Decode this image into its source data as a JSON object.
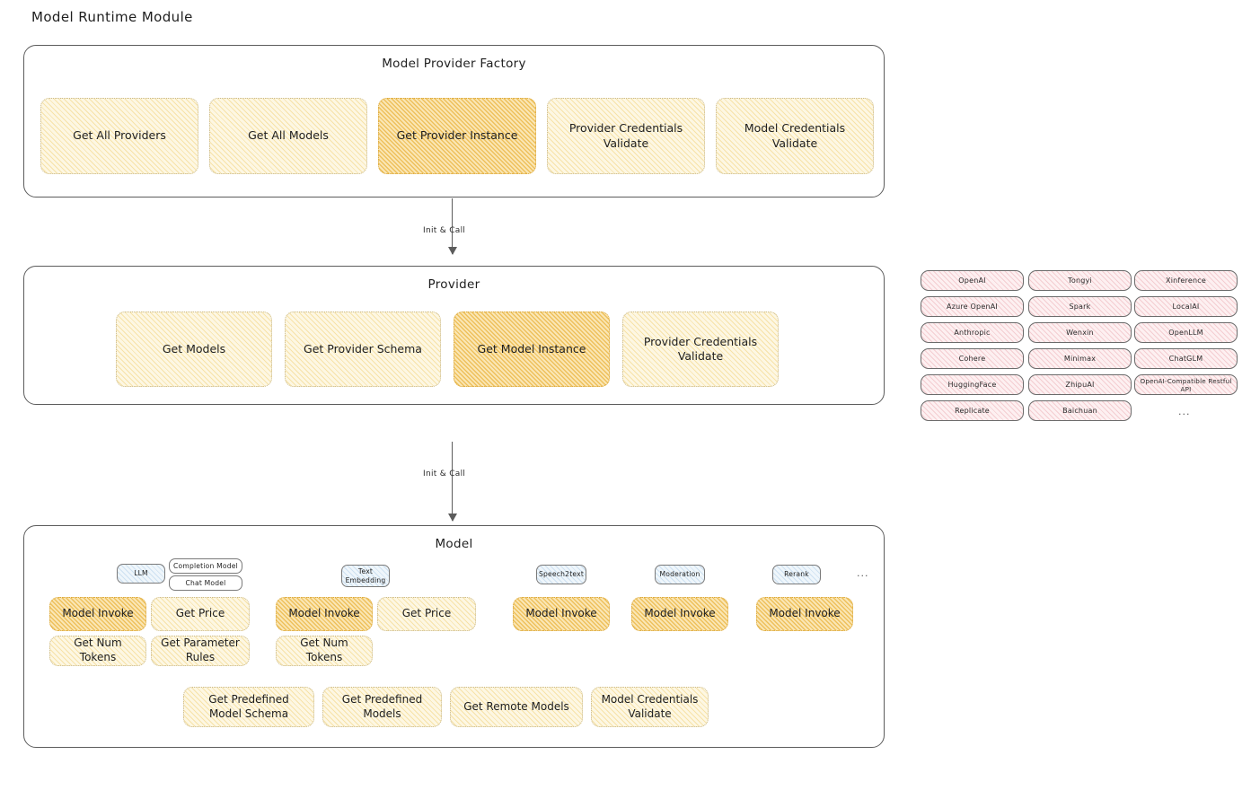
{
  "page": {
    "title": "Model Runtime Module"
  },
  "arrows": [
    {
      "label": "Init & Call"
    },
    {
      "label": "Init & Call"
    }
  ],
  "factory": {
    "title": "Model Provider Factory",
    "nodes": [
      {
        "label": "Get All Providers",
        "highlighted": false
      },
      {
        "label": "Get All Models",
        "highlighted": false
      },
      {
        "label": "Get Provider Instance",
        "highlighted": true
      },
      {
        "label": "Provider Credentials Validate",
        "highlighted": false
      },
      {
        "label": "Model Credentials Validate",
        "highlighted": false
      }
    ]
  },
  "provider": {
    "title": "Provider",
    "nodes": [
      {
        "label": "Get Models",
        "highlighted": false
      },
      {
        "label": "Get Provider Schema",
        "highlighted": false
      },
      {
        "label": "Get Model Instance",
        "highlighted": true
      },
      {
        "label": "Provider Credentials Validate",
        "highlighted": false
      }
    ]
  },
  "provider_list": {
    "columns": [
      [
        "OpenAI",
        "Azure OpenAI",
        "Anthropic",
        "Cohere",
        "HuggingFace",
        "Replicate"
      ],
      [
        "Tongyi",
        "Spark",
        "Wenxin",
        "Minimax",
        "ZhipuAI",
        "Baichuan"
      ],
      [
        "Xinference",
        "LocalAI",
        "OpenLLM",
        "ChatGLM",
        "OpenAI-Compatible Restful API"
      ]
    ],
    "more": "..."
  },
  "model": {
    "title": "Model",
    "more": "...",
    "types": [
      {
        "name": "LLM",
        "style": "blue",
        "sub": [
          "Completion Model",
          "Chat Model"
        ]
      },
      {
        "name": "Text Embedding",
        "style": "blue",
        "sub": []
      },
      {
        "name": "Speech2text",
        "style": "blue",
        "sub": []
      },
      {
        "name": "Moderation",
        "style": "blue",
        "sub": []
      },
      {
        "name": "Rerank",
        "style": "blue",
        "sub": []
      }
    ],
    "llm_ops": [
      {
        "label": "Model Invoke",
        "highlighted": true
      },
      {
        "label": "Get Price",
        "highlighted": false
      },
      {
        "label": "Get Num Tokens",
        "highlighted": false
      },
      {
        "label": "Get Parameter Rules",
        "highlighted": false
      }
    ],
    "embedding_ops": [
      {
        "label": "Model Invoke",
        "highlighted": true
      },
      {
        "label": "Get Price",
        "highlighted": false
      },
      {
        "label": "Get Num Tokens",
        "highlighted": false
      }
    ],
    "speech_ops": [
      {
        "label": "Model Invoke",
        "highlighted": true
      }
    ],
    "moderation_ops": [
      {
        "label": "Model Invoke",
        "highlighted": true
      }
    ],
    "rerank_ops": [
      {
        "label": "Model Invoke",
        "highlighted": true
      }
    ],
    "common_ops": [
      {
        "label": "Get Predefined Model Schema",
        "highlighted": false
      },
      {
        "label": "Get Predefined Models",
        "highlighted": false
      },
      {
        "label": "Get Remote Models",
        "highlighted": false
      },
      {
        "label": "Model Credentials Validate",
        "highlighted": false
      }
    ]
  }
}
